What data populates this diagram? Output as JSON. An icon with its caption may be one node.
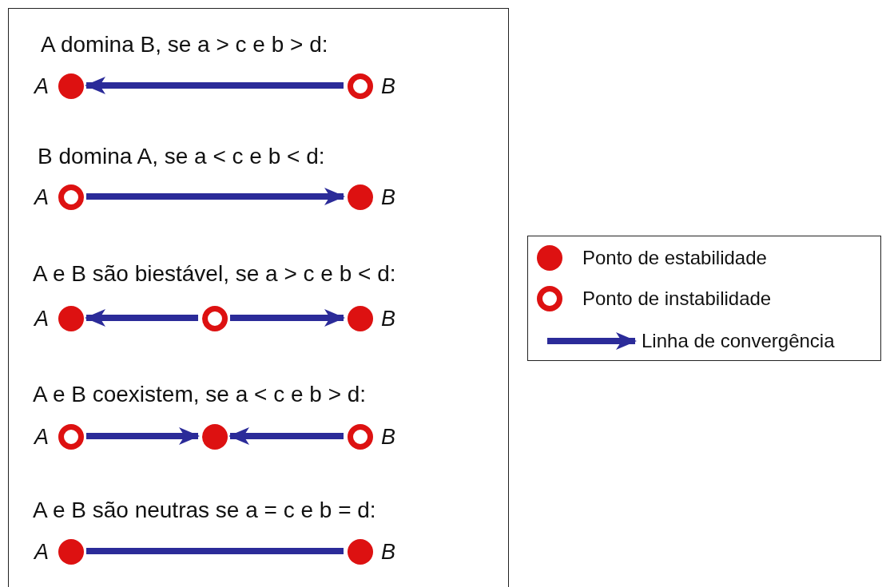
{
  "diagram": {
    "nodes": [
      {
        "text": [],
        "shape": "box"
      },
      {
        "text": [],
        "shape": "circle",
        "beside": [
          "A"
        ],
        "in": 0
      },
      {
        "text": [],
        "shape": "ring",
        "beside": [
          "B"
        ],
        "in": 0
      },
      {
        "text": [],
        "shape": "ring",
        "beside": [
          "A"
        ],
        "in": 0
      },
      {
        "text": [],
        "shape": "circle",
        "beside": [
          "B"
        ],
        "in": 0
      },
      {
        "text": [],
        "shape": "circle",
        "beside": [
          "A"
        ],
        "in": 0
      },
      {
        "text": [],
        "shape": "ring",
        "in": 0
      },
      {
        "text": [],
        "shape": "circle",
        "beside": [
          "B"
        ],
        "in": 0
      },
      {
        "text": [],
        "shape": "ring",
        "beside": [
          "A"
        ],
        "in": 0
      },
      {
        "text": [],
        "shape": "circle",
        "in": 0
      },
      {
        "text": [],
        "shape": "ring",
        "beside": [
          "B"
        ],
        "in": 0
      },
      {
        "text": [],
        "shape": "circle",
        "beside": [
          "A"
        ],
        "in": 0
      },
      {
        "text": [],
        "shape": "circle",
        "beside": [
          "B"
        ],
        "in": 0
      }
    ],
    "edges": [
      {
        "from": 2,
        "to": 1,
        "arrow": "to"
      },
      {
        "from": 3,
        "to": 4,
        "arrow": "to"
      },
      {
        "from": 6,
        "to": 5,
        "arrow": "to"
      },
      {
        "from": 6,
        "to": 7,
        "arrow": "to"
      },
      {
        "from": 8,
        "to": 9,
        "arrow": "to"
      },
      {
        "from": 10,
        "to": 9,
        "arrow": "to"
      },
      {
        "from": 11,
        "to": 12,
        "arrow": "none"
      }
    ],
    "labels": [
      "A domina B, se a > c e b > d:",
      "B domina A, se a < c e b < d:",
      "A e B são biestável, se a > c e b < d:",
      "A e B coexistem, se a < c e b > d:",
      "A e B são neutras se a = c e b = d:"
    ],
    "legend": [
      {
        "text": "Ponto de estabilidade",
        "color": "#dd1111"
      },
      {
        "text": "Ponto de instabilidade"
      },
      {
        "text": "Linha de convergência"
      }
    ]
  }
}
